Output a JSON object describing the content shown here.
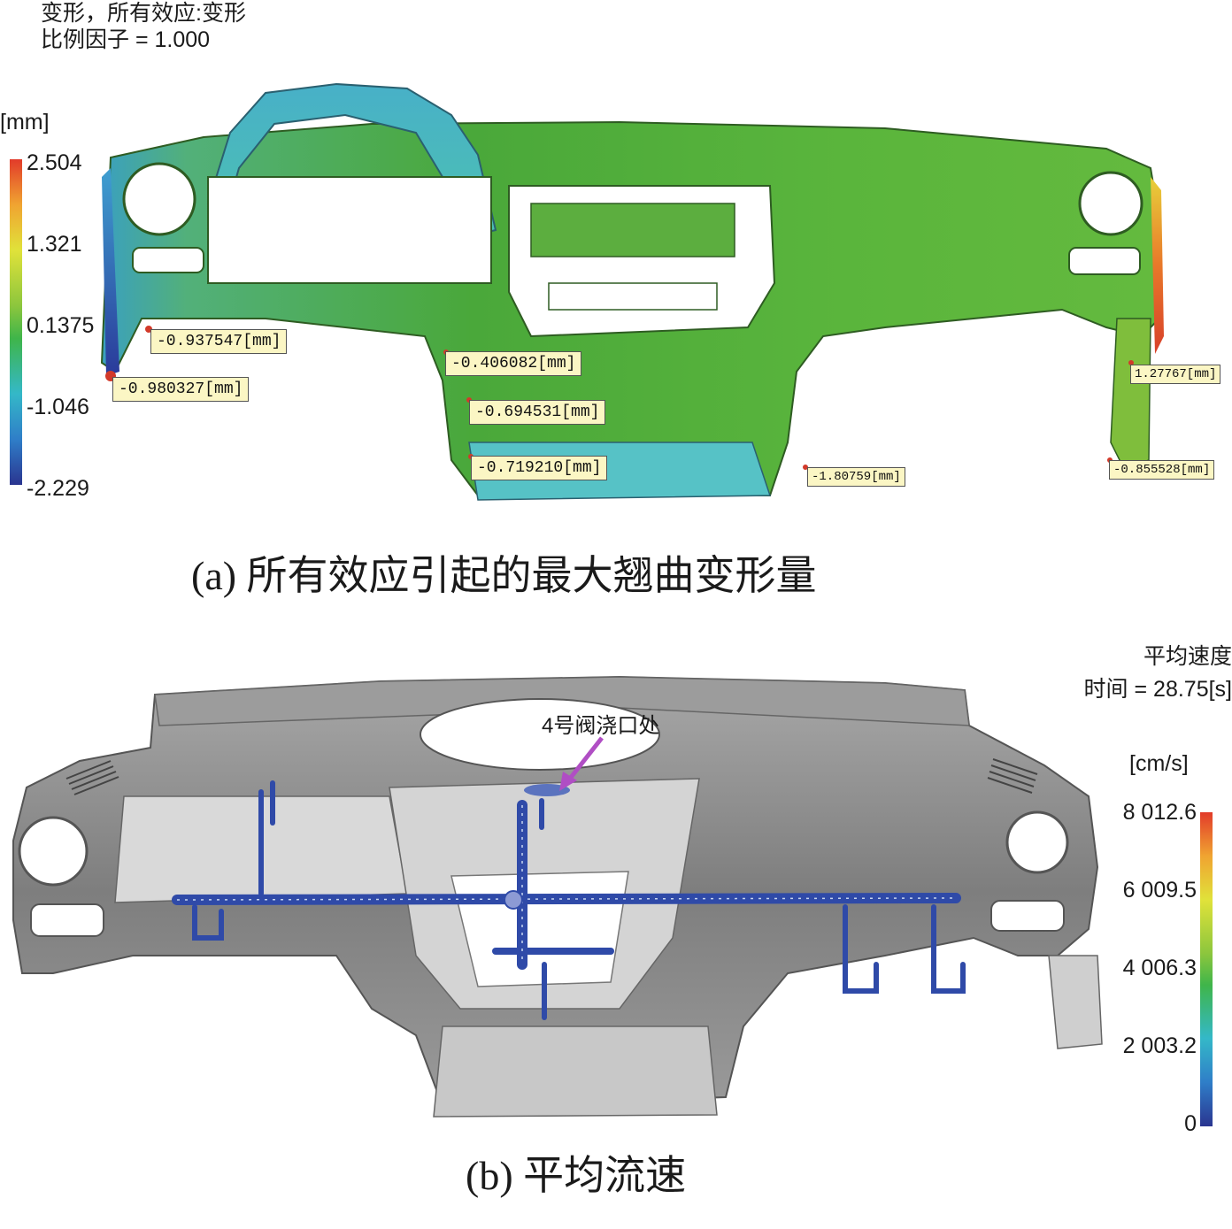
{
  "panel_a": {
    "header_line1": "变形，所有效应:变形",
    "header_line2": "比例因子 = 1.000",
    "unit": "[mm]",
    "colorbar_ticks": [
      "2.504",
      "1.321",
      "0.1375",
      "-1.046",
      "-2.229"
    ],
    "annotations": [
      "-0.937547[mm]",
      "-0.980327[mm]",
      "-0.406082[mm]",
      "-0.694531[mm]",
      "-0.719210[mm]",
      "-1.80759[mm]",
      "1.27767[mm]",
      "-0.855528[mm]"
    ],
    "caption": "(a) 所有效应引起的最大翘曲变形量"
  },
  "panel_b": {
    "header_line1": "平均速度",
    "header_line2": "时间 = 28.75[s]",
    "unit": "[cm/s]",
    "colorbar_ticks": [
      "8 012.6",
      "6 009.5",
      "4 006.3",
      "2 003.2",
      "0"
    ],
    "gate_label": "4号阀浇口处",
    "caption": "(b) 平均流速"
  },
  "colors": {
    "part_green": "#4fa83a",
    "part_cyan": "#4cc0c8",
    "part_grey": "#8d8d8d",
    "runner_blue": "#2f4aa8",
    "note_fill": "#fbf6c4",
    "arrow_purple": "#b04ec4"
  }
}
